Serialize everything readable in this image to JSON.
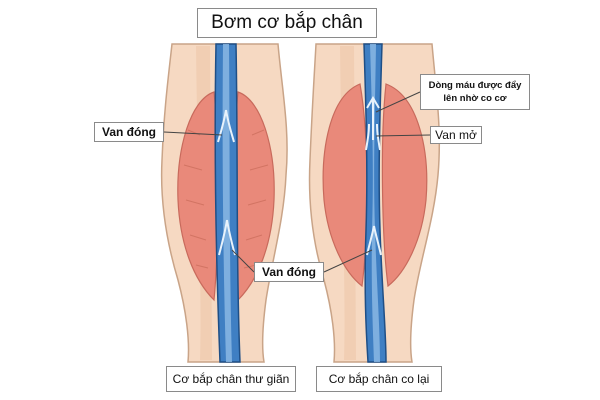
{
  "title": "Bơm cơ bắp chân",
  "labels": {
    "valve_closed_top": "Van đóng",
    "valve_closed_middle": "Van đóng",
    "valve_open": "Van mở",
    "blood_pushed": "Dòng máu được đẩy\nlên nhờ co cơ"
  },
  "captions": {
    "relaxed": "Cơ bắp chân thư giãn",
    "contracted": "Cơ bắp chân co lại"
  },
  "colors": {
    "skin_fill": "#f6d9c2",
    "skin_outline": "#c9a488",
    "muscle_fill": "#e9897a",
    "muscle_outline": "#c86a5c",
    "vein_fill": "#3f7fc3",
    "vein_light": "#8fbbe6",
    "vein_outline": "#1f4f86",
    "leader_line": "#444444"
  }
}
